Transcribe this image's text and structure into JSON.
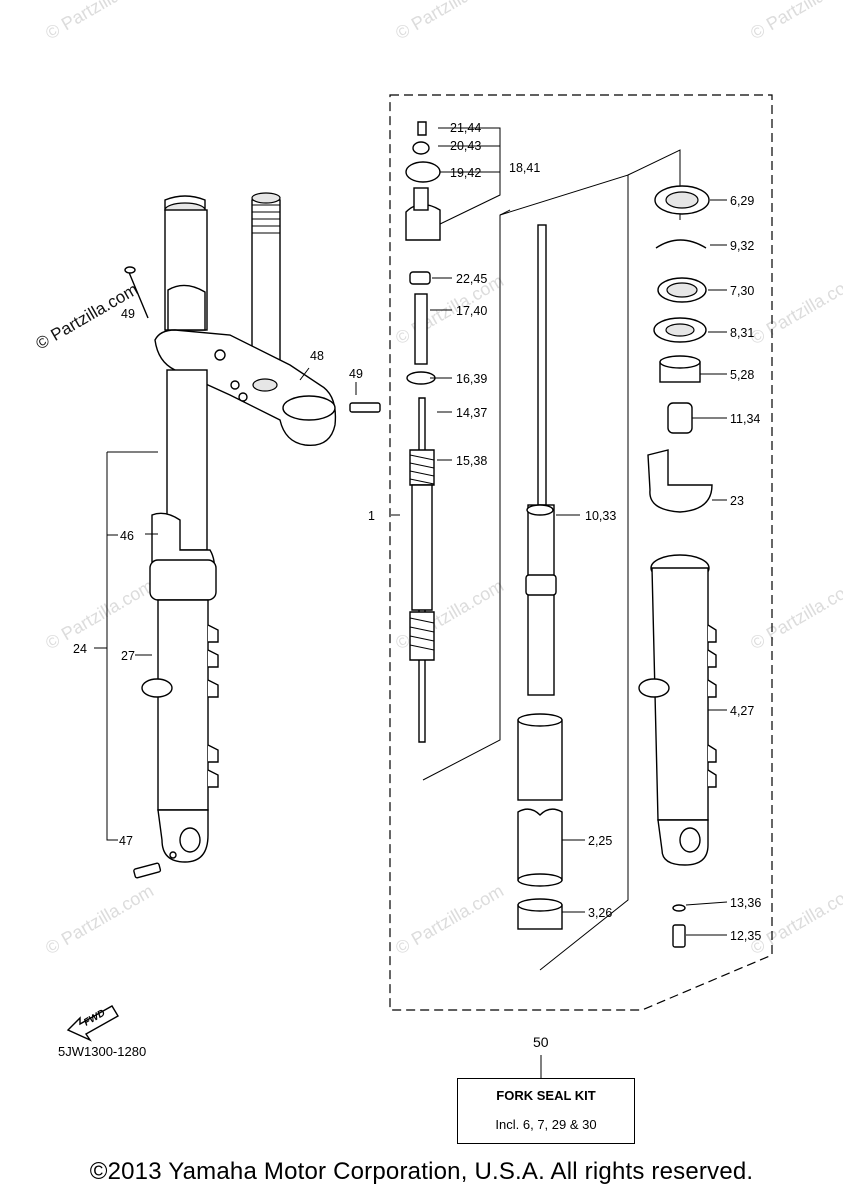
{
  "watermark": "© Partzilla.com",
  "diagram_code": "5JW1300-1280",
  "fwd_label": "FWD",
  "kit": {
    "number": "50",
    "title": "FORK SEAL KIT",
    "note": "Incl. 6, 7, 29 & 30"
  },
  "copyright": "©2013 Yamaha Motor Corporation, U.S.A. All rights reserved.",
  "callouts": {
    "c21_44": "21,44",
    "c20_43": "20,43",
    "c19_42": "19,42",
    "c18_41": "18,41",
    "c22_45": "22,45",
    "c17_40": "17,40",
    "c16_39": "16,39",
    "c14_37": "14,37",
    "c15_38": "15,38",
    "c1": "1",
    "c10_33": "10,33",
    "c2_25": "2,25",
    "c3_26": "3,26",
    "c6_29": "6,29",
    "c9_32": "9,32",
    "c7_30": "7,30",
    "c8_31": "8,31",
    "c5_28": "5,28",
    "c11_34": "11,34",
    "c23": "23",
    "c4_27": "4,27",
    "c13_36": "13,36",
    "c12_35": "12,35",
    "c48": "48",
    "c49a": "49",
    "c49b": "49",
    "c46": "46",
    "c24": "24",
    "c27": "27",
    "c47": "47"
  }
}
